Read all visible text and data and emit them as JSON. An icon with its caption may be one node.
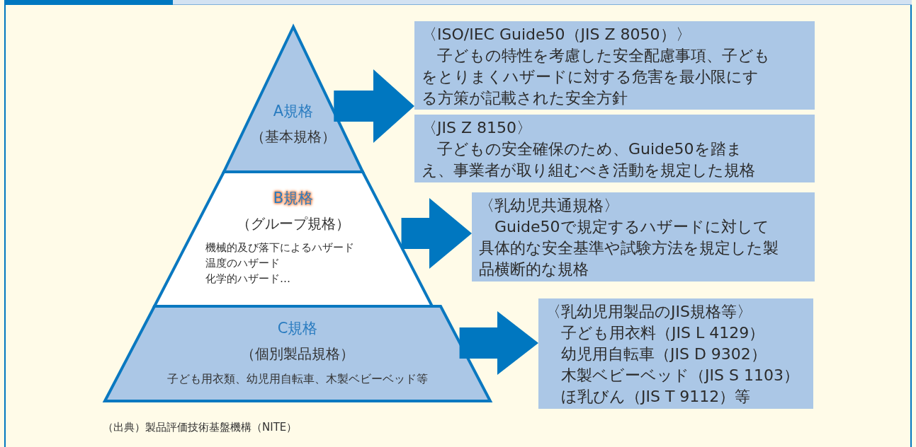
{
  "diagram": {
    "nodes": [
      {
        "text": [
          "A規格",
          "（基本規格）"
        ]
      },
      {
        "text": [
          "B規格",
          "（グループ規格）",
          "機械的及び落下によるハザード",
          "温度のハザード",
          "化学的ハザード…"
        ]
      },
      {
        "text": [
          "C規格",
          "（個別製品規格）",
          "子ども用衣類、幼児用自転車、木製ベビーベッド等"
        ]
      },
      {
        "text": [
          "〈ISO/IEC Guide50（JIS Z 8050）〉",
          "子どもの特性を考慮した安全配慮事項、子どもをとりまくハザードに対する危害を最小限にする方策が記載された安全方針"
        ]
      },
      {
        "text": [
          "〈JIS Z 8150〉",
          "子どもの安全確保のため、Guide50を踏まえ、事業者が取り組むべき活動を規定した規格"
        ]
      },
      {
        "text": [
          "〈乳幼児共通規格〉",
          "Guide50で規定するハザードに対して具体的な安全基準や試験方法を規定した製品横断的な規格"
        ]
      },
      {
        "text": [
          "〈乳幼児用製品のJIS規格等〉",
          "子ども用衣料（JIS L 4129）",
          "幼児用自転車（JIS D 9302）",
          "木製ベビーベッド（JIS S 1103）",
          "ほ乳びん（JIS T 9112）等"
        ]
      }
    ],
    "edges": [
      {
        "from": 0,
        "to": 3,
        "arrow": "to"
      },
      {
        "from": 1,
        "to": 5,
        "arrow": "to"
      },
      {
        "from": 2,
        "to": 6,
        "arrow": "to"
      }
    ],
    "labels": [
      "（出典）製品評価技術基盤機構（NITE）"
    ]
  }
}
